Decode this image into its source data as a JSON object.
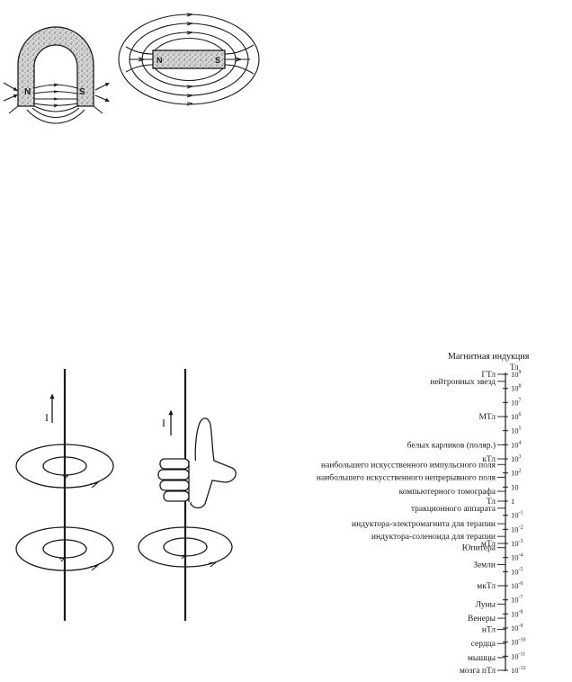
{
  "magnets": {
    "horseshoe_north": "N",
    "horseshoe_south": "S",
    "bar_north": "N",
    "bar_south": "S"
  },
  "wires": {
    "current_label_left": "I",
    "current_label_right": "I"
  },
  "scale": {
    "title": "Магнитная индукция",
    "unit": "Тл",
    "ticks": [
      {
        "mantissa": "10",
        "exp": "9"
      },
      {
        "mantissa": "10",
        "exp": "8"
      },
      {
        "mantissa": "10",
        "exp": "7"
      },
      {
        "mantissa": "10",
        "exp": "6"
      },
      {
        "mantissa": "10",
        "exp": "5"
      },
      {
        "mantissa": "10",
        "exp": "4"
      },
      {
        "mantissa": "10",
        "exp": "3"
      },
      {
        "mantissa": "10",
        "exp": "2"
      },
      {
        "mantissa": "10",
        "exp": ""
      },
      {
        "mantissa": "1",
        "exp": ""
      },
      {
        "mantissa": "10",
        "exp": "-1"
      },
      {
        "mantissa": "10",
        "exp": "-2"
      },
      {
        "mantissa": "10",
        "exp": "-3"
      },
      {
        "mantissa": "10",
        "exp": "-4"
      },
      {
        "mantissa": "10",
        "exp": "-5"
      },
      {
        "mantissa": "10",
        "exp": "-6"
      },
      {
        "mantissa": "10",
        "exp": "-7"
      },
      {
        "mantissa": "10",
        "exp": "-8"
      },
      {
        "mantissa": "10",
        "exp": "-9"
      },
      {
        "mantissa": "10",
        "exp": "-10"
      },
      {
        "mantissa": "10",
        "exp": "-11"
      },
      {
        "mantissa": "10",
        "exp": "-12"
      }
    ],
    "labels": [
      {
        "text": "ГТл",
        "exp": 9
      },
      {
        "text": "нейтронных звезд",
        "exp": 8.5
      },
      {
        "text": "МТл",
        "exp": 6
      },
      {
        "text": "белых карликов (поляр.)",
        "exp": 4
      },
      {
        "text": "кТл",
        "exp": 3
      },
      {
        "text": "наибольшего искусственного импульсного поля",
        "exp": 2.6
      },
      {
        "text": "наибольшего искусственного непрерывного поля",
        "exp": 1.7
      },
      {
        "text": "компьютерного томографа",
        "exp": 0.7
      },
      {
        "text": "Тл",
        "exp": 0
      },
      {
        "text": "тракционного аппарата",
        "exp": -0.5
      },
      {
        "text": "индуктора-электромагнита для терапии",
        "exp": -1.6
      },
      {
        "text": "индуктора-соленоида для терапии",
        "exp": -2.5
      },
      {
        "text": "мТл",
        "exp": -3
      },
      {
        "text": "Юпитера",
        "exp": -3.3
      },
      {
        "text": "Земли",
        "exp": -4.5
      },
      {
        "text": "мкТл",
        "exp": -6
      },
      {
        "text": "Луны",
        "exp": -7.3
      },
      {
        "text": "Венеры",
        "exp": -8.3
      },
      {
        "text": "нТл",
        "exp": -9.1
      },
      {
        "text": "сердца",
        "exp": -10.1
      },
      {
        "text": "мышцы",
        "exp": -11.1
      },
      {
        "text": "мозга пТл",
        "exp": -12
      }
    ]
  }
}
